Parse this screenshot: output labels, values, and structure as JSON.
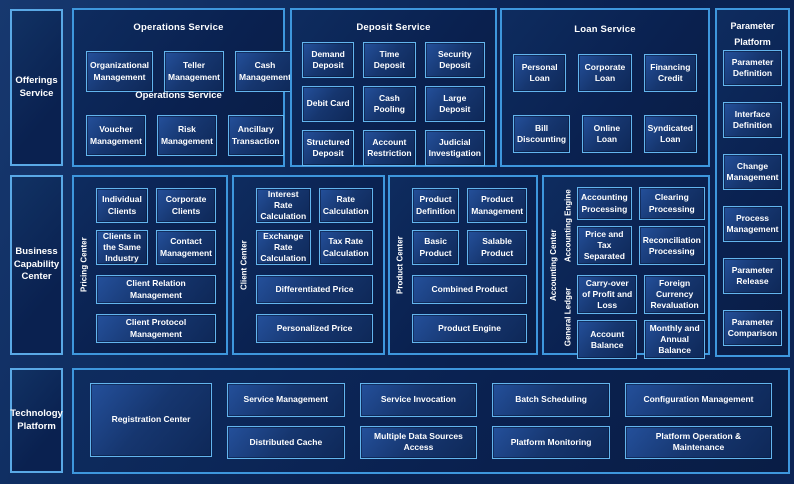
{
  "palette": {
    "background": "#0c2455",
    "panel_border": "#3e97dd",
    "box_border": "#63b5ee",
    "box_fill_light": "#24509b",
    "box_fill_dark": "#0e2858",
    "text": "#ffffff"
  },
  "left_rail": {
    "offerings": "Offerings Service",
    "business": "Business Capability Center",
    "technology": "Technology Platform"
  },
  "operations_service": {
    "title": "Operations Service",
    "overlay_title": "Operations Service",
    "boxes": [
      "Organizational Management",
      "Teller Management",
      "Cash Management",
      "Voucher Management",
      "Risk Management",
      "Ancillary Transaction"
    ]
  },
  "deposit_service": {
    "title": "Deposit Service",
    "boxes": [
      "Demand Deposit",
      "Time Deposit",
      "Security Deposit",
      "Debit Card",
      "Cash Pooling",
      "Large Deposit",
      "Structured Deposit",
      "Account Restriction",
      "Judicial Investigation"
    ]
  },
  "loan_service": {
    "title": "Loan Service",
    "boxes": [
      "Personal Loan",
      "Corporate Loan",
      "Financing Credit",
      "Bill Discounting",
      "Online Loan",
      "Syndicated Loan"
    ]
  },
  "parameter_platform": {
    "title": "Parameter\nPlatform",
    "boxes": [
      "Parameter Definition",
      "Interface Definition",
      "Change Management",
      "Process Management",
      "Parameter Release",
      "Parameter Comparison"
    ]
  },
  "pricing_center": {
    "vertical_label": "Pricing Center",
    "small_boxes": [
      "Individual Clients",
      "Corporate Clients",
      "Clients in the Same Industry",
      "Contact Management"
    ],
    "wide_boxes": [
      "Client Relation Management",
      "Client Protocol Management"
    ]
  },
  "client_center": {
    "vertical_label": "Client Center",
    "small_boxes": [
      "Interest Rate Calculation",
      "Rate Calculation",
      "Exchange Rate Calculation",
      "Tax Rate Calculation"
    ],
    "wide_boxes": [
      "Differentiated Price",
      "Personalized Price"
    ]
  },
  "product_center": {
    "vertical_label": "Product Center",
    "small_boxes": [
      "Product Definition",
      "Product Management",
      "Basic Product",
      "Salable Product"
    ],
    "wide_boxes": [
      "Combined Product",
      "Product Engine"
    ]
  },
  "accounting_center": {
    "vertical_label": "Accounting Center",
    "groups": [
      {
        "vertical_label": "Accounting Engine",
        "boxes": [
          "Accounting Processing",
          "Clearing Processing",
          "Price and Tax Separated",
          "Reconciliation Processing"
        ]
      },
      {
        "vertical_label": "General Ledger",
        "boxes": [
          "Carry-over of Profit and Loss",
          "Foreign Currency Revaluation",
          "Account Balance",
          "Monthly and Annual Balance"
        ]
      }
    ]
  },
  "technology_platform": {
    "registration": "Registration Center",
    "columns": [
      [
        "Service Management",
        "Distributed Cache"
      ],
      [
        "Service Invocation",
        "Multiple Data Sources Access"
      ],
      [
        "Batch Scheduling",
        "Platform Monitoring"
      ],
      [
        "Configuration Management",
        "Platform Operation & Maintenance"
      ]
    ]
  }
}
